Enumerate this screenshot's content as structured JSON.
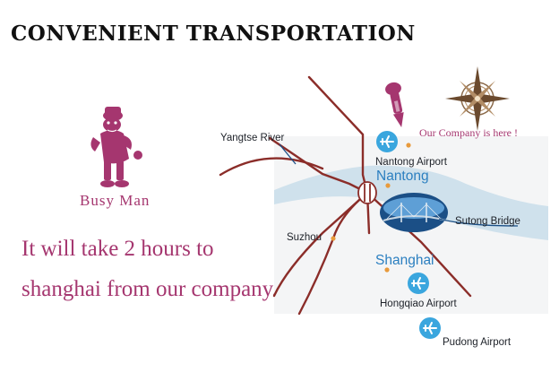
{
  "title": "CONVENIENT TRANSPORTATION",
  "mascot": {
    "label": "Busy Man",
    "icon": "mascot-icon"
  },
  "tagline": {
    "line1": "It will take 2 hours to",
    "line2": "shanghai from our company."
  },
  "map": {
    "labels": {
      "yangtse_river": "Yangtse River",
      "company": "Our Company is here !",
      "nantong_airport": "Nantong Airport",
      "nantong": "Nantong",
      "sutong_bridge": "Sutong Bridge",
      "suzhou": "Suzhou",
      "shanghai": "Shanghai",
      "hongqiao_airport": "Hongqiao Airport",
      "pudong_airport": "Pudong Airport"
    },
    "icons": [
      "airplane-icon",
      "map-pin-icon",
      "compass-rose-icon",
      "bridge-photo"
    ],
    "colors": {
      "road": "#8b2d29",
      "river": "#cfe1ec",
      "city": "#2b7fc0",
      "brand": "#a5366f",
      "dot": "#e89a3c"
    }
  }
}
